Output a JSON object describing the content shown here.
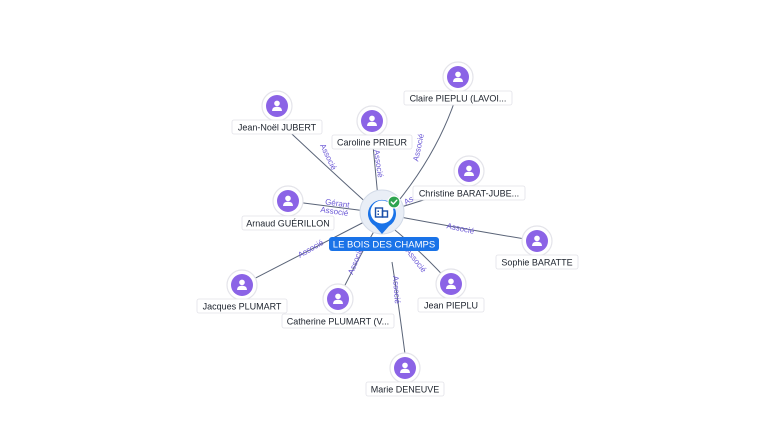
{
  "colors": {
    "person": "#8b63e6",
    "center": "#1a73e8",
    "verified": "#2ea44f",
    "edge_label": "#6b58d6"
  },
  "center": {
    "name": "LE BOIS DES CHAMPS",
    "icon": "building-icon",
    "badge_icon": "check-icon"
  },
  "persons": [
    {
      "id": "claire",
      "name": "Claire PIEPLU (LAVOI...",
      "roles": [
        "Associé"
      ]
    },
    {
      "id": "jeannoel",
      "name": "Jean-Noël JUBERT",
      "roles": [
        "Associé"
      ]
    },
    {
      "id": "caroline",
      "name": "Caroline PRIEUR",
      "roles": [
        "Associé"
      ]
    },
    {
      "id": "christine",
      "name": "Christine BARAT-JUBE...",
      "roles": [
        "Associé"
      ]
    },
    {
      "id": "arnaud",
      "name": "Arnaud GUÉRILLON",
      "roles": [
        "Gérant",
        "Associé"
      ]
    },
    {
      "id": "sophie",
      "name": "Sophie BARATTE",
      "roles": [
        "Associé"
      ]
    },
    {
      "id": "jacques",
      "name": "Jacques PLUMART",
      "roles": [
        "Associé"
      ]
    },
    {
      "id": "catherine",
      "name": "Catherine PLUMART (V...",
      "roles": [
        "Associé"
      ]
    },
    {
      "id": "jean",
      "name": "Jean PIEPLU",
      "roles": [
        "Associé"
      ]
    },
    {
      "id": "marie",
      "name": "Marie DENEUVE",
      "roles": [
        "Associé"
      ]
    }
  ]
}
